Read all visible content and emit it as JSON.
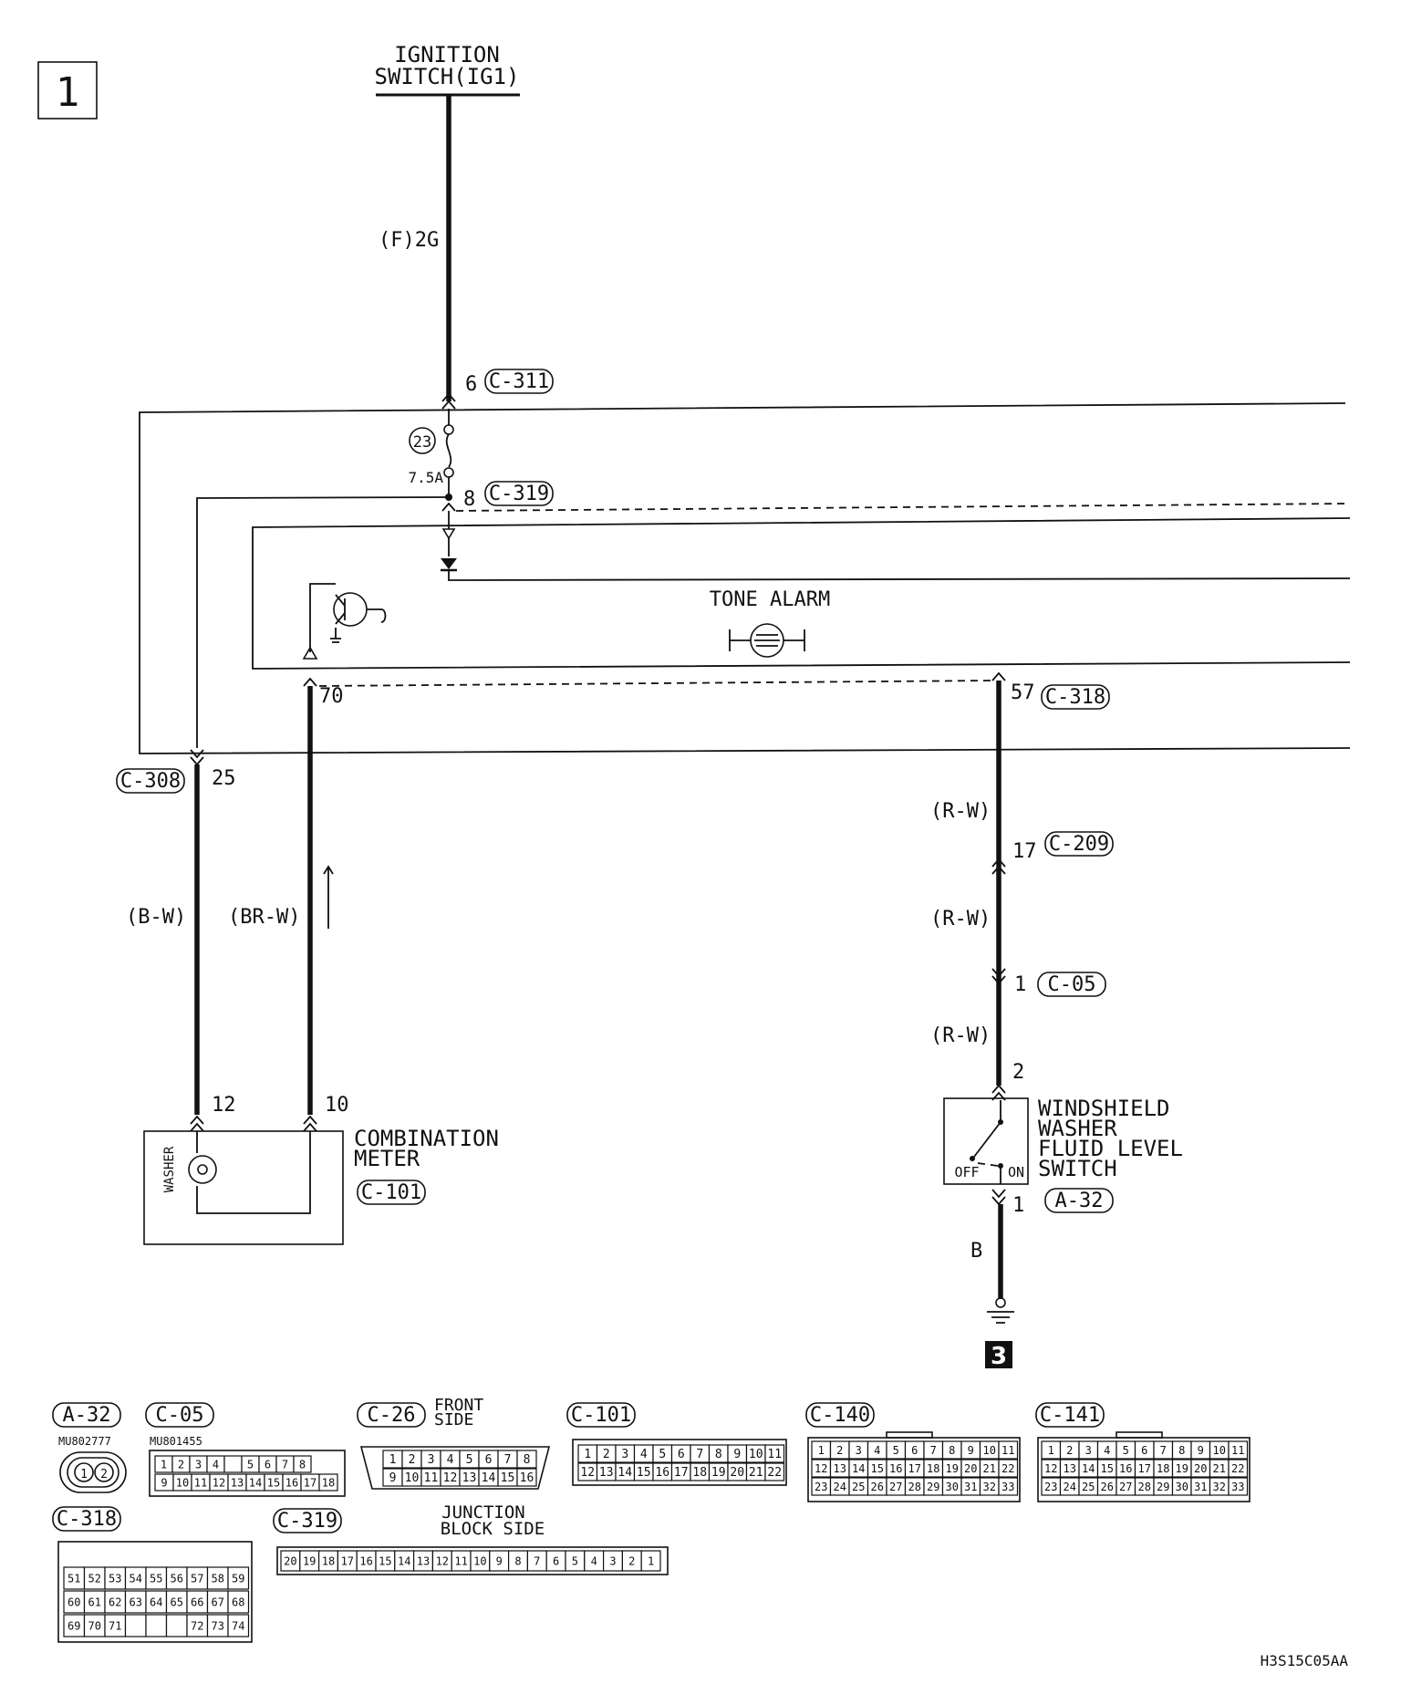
{
  "page_number": "1",
  "continuation_number": "3",
  "drawing_code": "H3S15C05AA",
  "power_source": {
    "line1": "IGNITION",
    "line2": "SWITCH(IG1)"
  },
  "wire_2g": "(F)2G",
  "fuse": {
    "number": "23",
    "rating": "7.5A"
  },
  "connectors": {
    "c311": {
      "pin": "6",
      "name": "C-311"
    },
    "c319": {
      "pin": "8",
      "name": "C-319"
    },
    "c318": {
      "pin": "57",
      "name": "C-318"
    },
    "c308": {
      "pin": "25",
      "name": "C-308"
    },
    "c209": {
      "pin": "17",
      "name": "C-209"
    },
    "c05": {
      "pin": "1",
      "name": "C-05"
    },
    "a32": {
      "pin_top": "2",
      "pin_bottom": "1",
      "name": "A-32"
    },
    "c101": {
      "name": "C-101"
    },
    "pin70": "70"
  },
  "tone_alarm": "TONE ALARM",
  "wire_colors": {
    "bw": "(B-W)",
    "brw": "(BR-W)",
    "rw1": "(R-W)",
    "rw2": "(R-W)",
    "rw3": "(R-W)",
    "b": "B"
  },
  "combination_meter": {
    "line1": "COMBINATION",
    "line2": "METER",
    "pin12": "12",
    "pin10": "10",
    "washer": "WASHER"
  },
  "washer_switch": {
    "line1": "WINDSHIELD",
    "line2": "WASHER",
    "line3": "FLUID LEVEL",
    "line4": "SWITCH",
    "off": "OFF",
    "on": "ON"
  },
  "legend": {
    "a32": {
      "name": "A-32",
      "part": "MU802777",
      "pins": [
        "1",
        "2"
      ]
    },
    "c05": {
      "name": "C-05",
      "part": "MU801455",
      "row1": [
        "1",
        "2",
        "3",
        "4",
        "",
        "5",
        "6",
        "7",
        "8"
      ],
      "row2": [
        "9",
        "10",
        "11",
        "12",
        "13",
        "14",
        "15",
        "16",
        "17",
        "18"
      ]
    },
    "c26": {
      "name": "C-26",
      "side1": "FRONT",
      "side2": "SIDE",
      "row1": [
        "1",
        "2",
        "3",
        "4",
        "5",
        "6",
        "7",
        "8"
      ],
      "row2": [
        "9",
        "10",
        "11",
        "12",
        "13",
        "14",
        "15",
        "16"
      ]
    },
    "c101": {
      "name": "C-101",
      "row1": [
        "1",
        "2",
        "3",
        "4",
        "5",
        "6",
        "7",
        "8",
        "9",
        "10",
        "11"
      ],
      "row2": [
        "12",
        "13",
        "14",
        "15",
        "16",
        "17",
        "18",
        "19",
        "20",
        "21",
        "22"
      ]
    },
    "c140": {
      "name": "C-140",
      "row1": [
        "1",
        "2",
        "3",
        "4",
        "5",
        "6",
        "7",
        "8",
        "9",
        "10",
        "11"
      ],
      "row2": [
        "12",
        "13",
        "14",
        "15",
        "16",
        "17",
        "18",
        "19",
        "20",
        "21",
        "22"
      ],
      "row3": [
        "23",
        "24",
        "25",
        "26",
        "27",
        "28",
        "29",
        "30",
        "31",
        "32",
        "33"
      ]
    },
    "c141": {
      "name": "C-141",
      "row1": [
        "1",
        "2",
        "3",
        "4",
        "5",
        "6",
        "7",
        "8",
        "9",
        "10",
        "11"
      ],
      "row2": [
        "12",
        "13",
        "14",
        "15",
        "16",
        "17",
        "18",
        "19",
        "20",
        "21",
        "22"
      ],
      "row3": [
        "23",
        "24",
        "25",
        "26",
        "27",
        "28",
        "29",
        "30",
        "31",
        "32",
        "33"
      ]
    },
    "c318": {
      "name": "C-318",
      "row1": [
        "51",
        "52",
        "53",
        "54",
        "55",
        "56",
        "57",
        "58",
        "59"
      ],
      "row2": [
        "60",
        "61",
        "62",
        "63",
        "64",
        "65",
        "66",
        "67",
        "68"
      ],
      "row3": [
        "69",
        "70",
        "71",
        "",
        "",
        "",
        "72",
        "73",
        "74"
      ]
    },
    "c319": {
      "name": "C-319",
      "junction1": "JUNCTION",
      "junction2": "BLOCK SIDE",
      "row": [
        "20",
        "19",
        "18",
        "17",
        "16",
        "15",
        "14",
        "13",
        "12",
        "11",
        "10",
        "9",
        "8",
        "7",
        "6",
        "5",
        "4",
        "3",
        "2",
        "1"
      ]
    }
  }
}
